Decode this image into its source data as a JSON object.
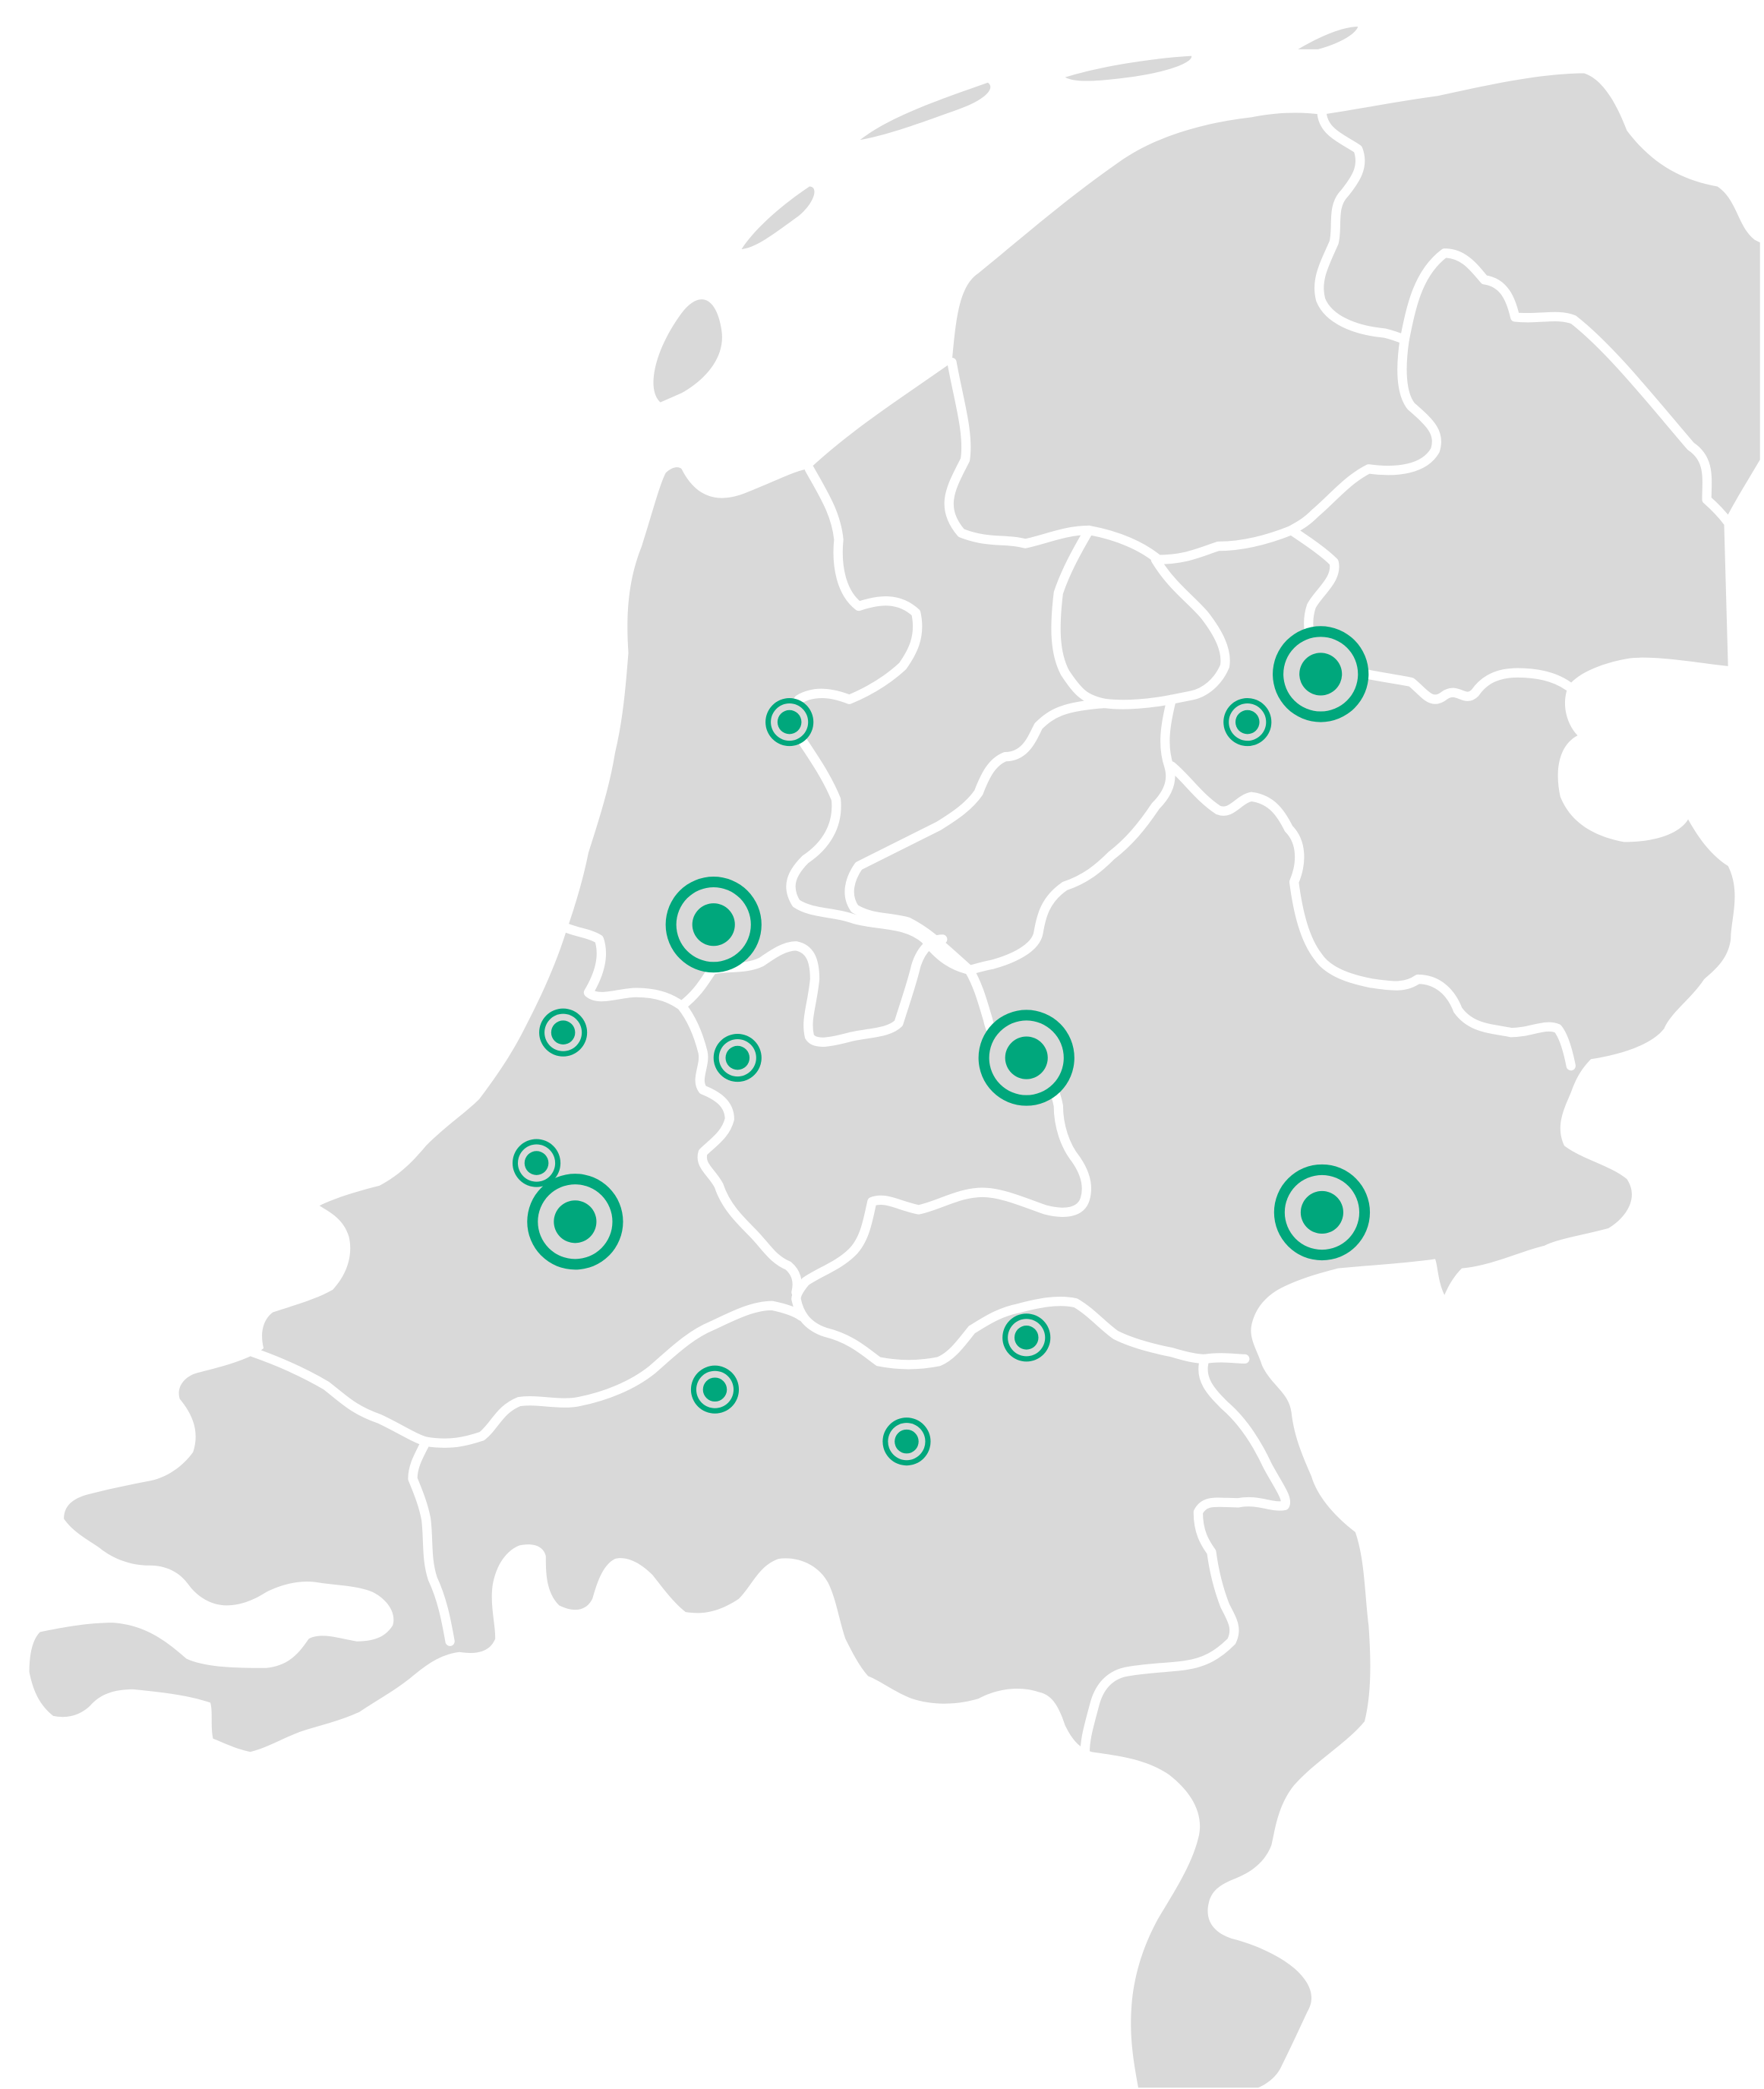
{
  "map": {
    "land_color": "#d9d9d9",
    "border_color": "#ffffff",
    "marker_color": "#00a77c",
    "marker_halo_color": "#d9d9d9"
  },
  "markers": [
    {
      "id": "amsterdam",
      "size": "large"
    },
    {
      "id": "utrecht",
      "size": "large"
    },
    {
      "id": "zwolle",
      "size": "large"
    },
    {
      "id": "enschede",
      "size": "large"
    },
    {
      "id": "the-hague",
      "size": "large"
    },
    {
      "id": "alkmaar",
      "size": "small"
    },
    {
      "id": "kampen",
      "size": "small"
    },
    {
      "id": "haarlem",
      "size": "small"
    },
    {
      "id": "leiden",
      "size": "small"
    },
    {
      "id": "hoofddorp",
      "size": "small"
    },
    {
      "id": "breda",
      "size": "small"
    },
    {
      "id": "den-bosch",
      "size": "small"
    },
    {
      "id": "eindhoven",
      "size": "small"
    }
  ]
}
